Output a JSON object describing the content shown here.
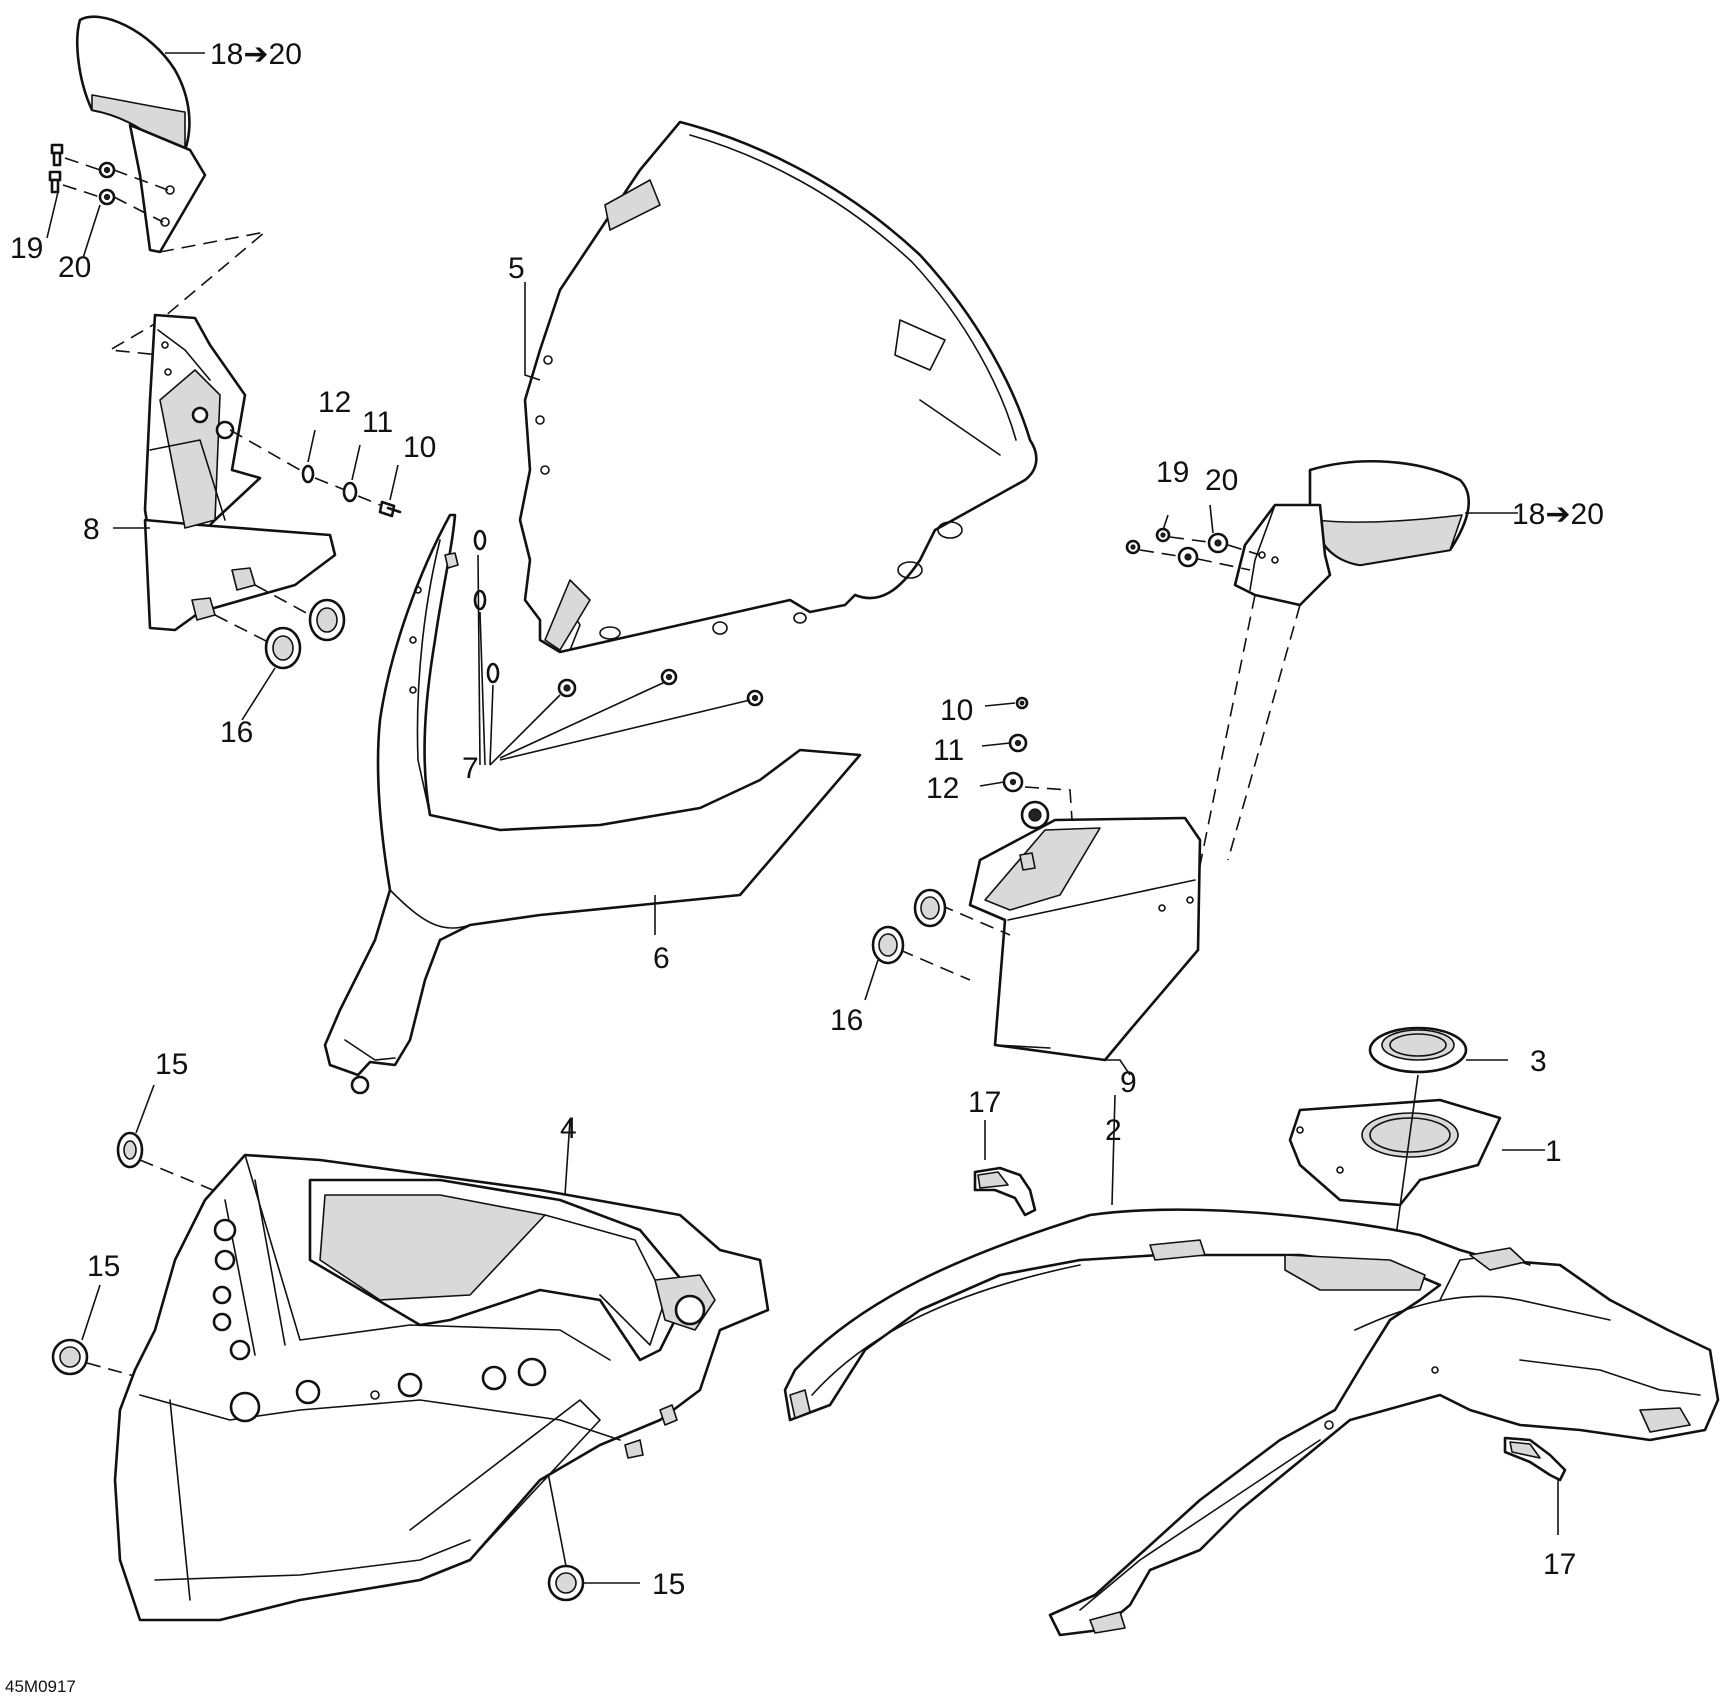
{
  "diagram": {
    "code": "45M0917",
    "labels": {
      "mirror_left": "18➔20",
      "screw_left": "19",
      "washer_left": "20",
      "windshield": "5",
      "left_panel": "8",
      "left_grommets": "16",
      "left_washer_12": "12",
      "left_washer_11": "11",
      "left_screw_10": "10",
      "well_nuts": "7",
      "upper_fairing": "6",
      "screw_right": "19",
      "washer_right": "20",
      "mirror_right": "18➔20",
      "right_screw_10": "10",
      "right_washer_11": "11",
      "right_washer_12": "12",
      "right_grommets": "16",
      "right_panel": "9",
      "grommet_top": "15",
      "grommet_mid": "15",
      "grommet_bottom": "15",
      "headlight_housing": "4",
      "clip_left": "17",
      "fuel_ring": "3",
      "console_frame": "2",
      "console_plate": "1",
      "clip_right": "17"
    }
  }
}
